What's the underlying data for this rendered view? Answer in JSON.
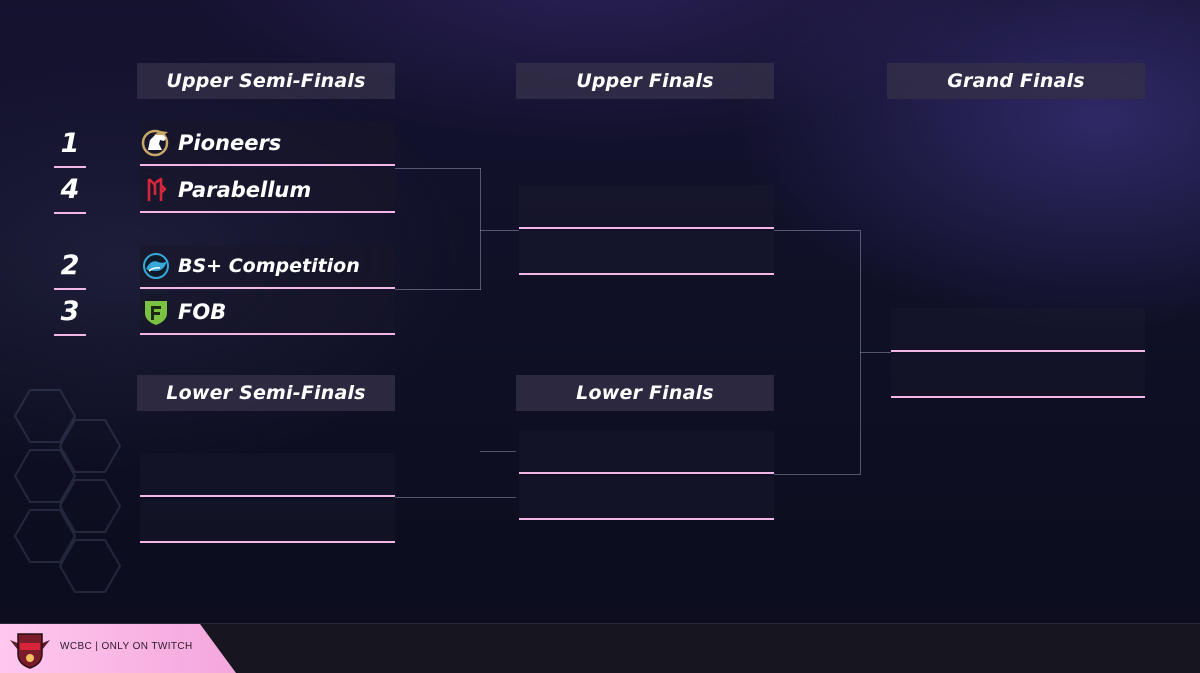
{
  "rounds": {
    "upper_semis": "Upper Semi-Finals",
    "upper_finals": "Upper Finals",
    "grand_finals": "Grand Finals",
    "lower_semis": "Lower Semi-Finals",
    "lower_finals": "Lower Finals"
  },
  "upper_semis": {
    "match1": [
      {
        "seed": "1",
        "name": "Pioneers",
        "logo": "horse-icon"
      },
      {
        "seed": "4",
        "name": "Parabellum",
        "logo": "parabellum-logo"
      }
    ],
    "match2": [
      {
        "seed": "2",
        "name": "BS+ Competition",
        "logo": "wave-icon"
      },
      {
        "seed": "3",
        "name": "FOB",
        "logo": "fob-shield-logo"
      }
    ]
  },
  "colors": {
    "accent": "#f3b6e6",
    "header_bg": "#343048",
    "background": "#0f1026"
  },
  "footer": {
    "text": "WCBC | ONLY ON TWITCH"
  }
}
